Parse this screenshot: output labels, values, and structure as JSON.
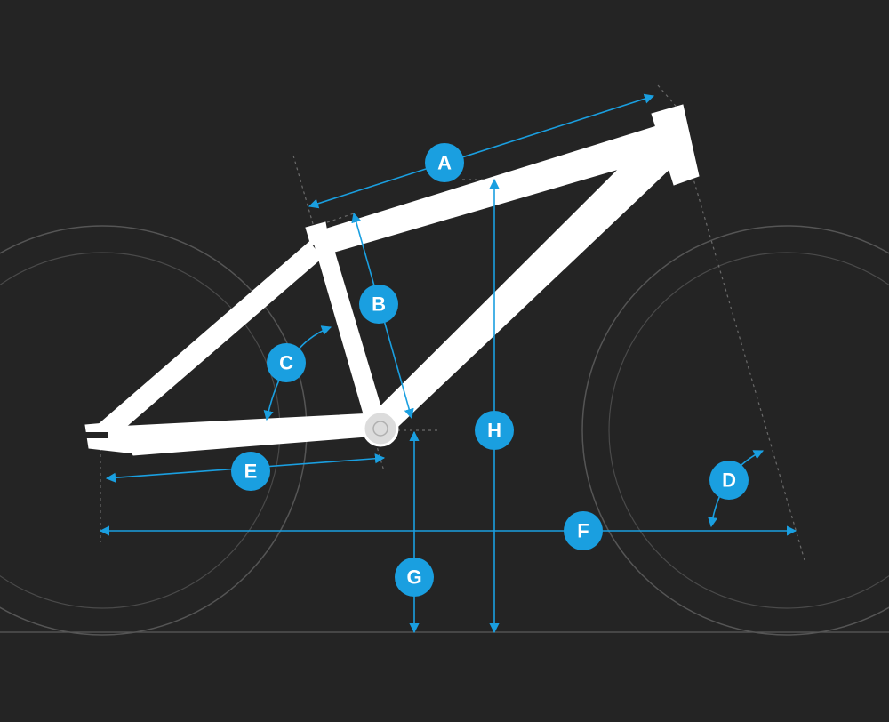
{
  "measurements": [
    {
      "id": "a",
      "label": "A"
    },
    {
      "id": "b",
      "label": "B"
    },
    {
      "id": "c",
      "label": "C"
    },
    {
      "id": "d",
      "label": "D"
    },
    {
      "id": "e",
      "label": "E"
    },
    {
      "id": "f",
      "label": "F"
    },
    {
      "id": "g",
      "label": "G"
    },
    {
      "id": "h",
      "label": "H"
    }
  ],
  "colors": {
    "background": "#242424",
    "frame": "#ffffff",
    "accent": "#1a9fe0",
    "guides": "#5a5a5a"
  }
}
